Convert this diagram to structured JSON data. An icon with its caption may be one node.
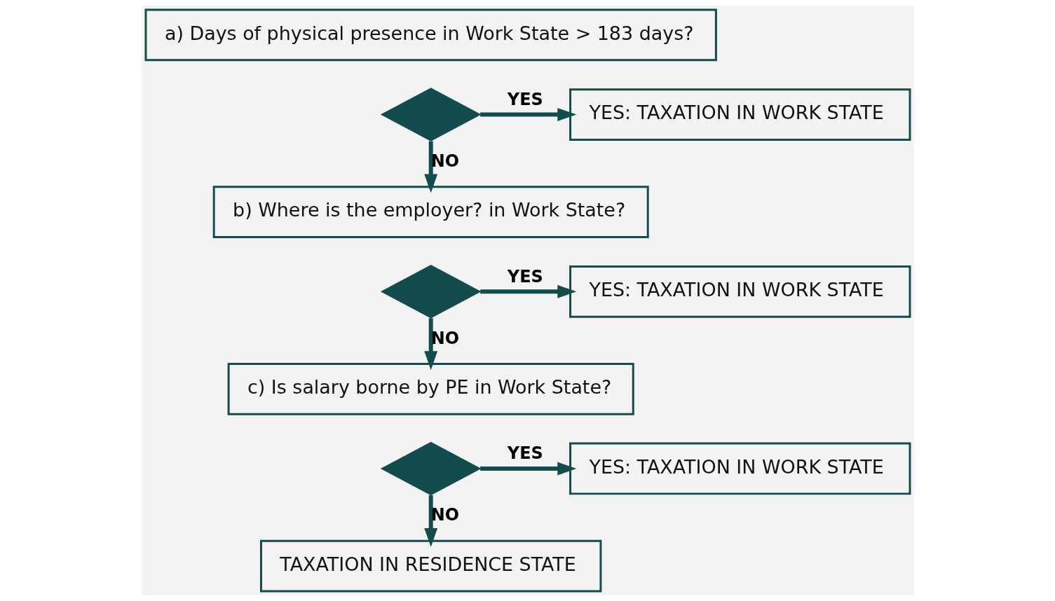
{
  "diagram": {
    "nodes": [
      {
        "text": [
          "a) Days of physical presence in Work State > 183 days?"
        ]
      },
      {
        "text": [],
        "shape": "diamond"
      },
      {
        "text": [
          "YES: TAXATION IN WORK STATE"
        ]
      },
      {
        "text": [
          "b) Where is the employer? in Work State?"
        ]
      },
      {
        "text": [],
        "shape": "diamond"
      },
      {
        "text": [
          "YES: TAXATION IN WORK STATE"
        ]
      },
      {
        "text": [
          "c) Is salary borne by PE in Work State?"
        ]
      },
      {
        "text": [],
        "shape": "diamond"
      },
      {
        "text": [
          "YES: TAXATION IN WORK STATE"
        ]
      },
      {
        "text": [
          "TAXATION IN RESIDENCE STATE"
        ]
      }
    ],
    "edges": [
      {
        "from": 1,
        "to": 2,
        "arrow": "to",
        "label": "YES"
      },
      {
        "from": 1,
        "to": 3,
        "arrow": "to",
        "label": "NO"
      },
      {
        "from": 4,
        "to": 5,
        "arrow": "to",
        "label": "YES"
      },
      {
        "from": 4,
        "to": 6,
        "arrow": "to",
        "label": "NO"
      },
      {
        "from": 7,
        "to": 8,
        "arrow": "to",
        "label": "YES"
      },
      {
        "from": 7,
        "to": 9,
        "arrow": "to",
        "label": "NO"
      }
    ]
  }
}
